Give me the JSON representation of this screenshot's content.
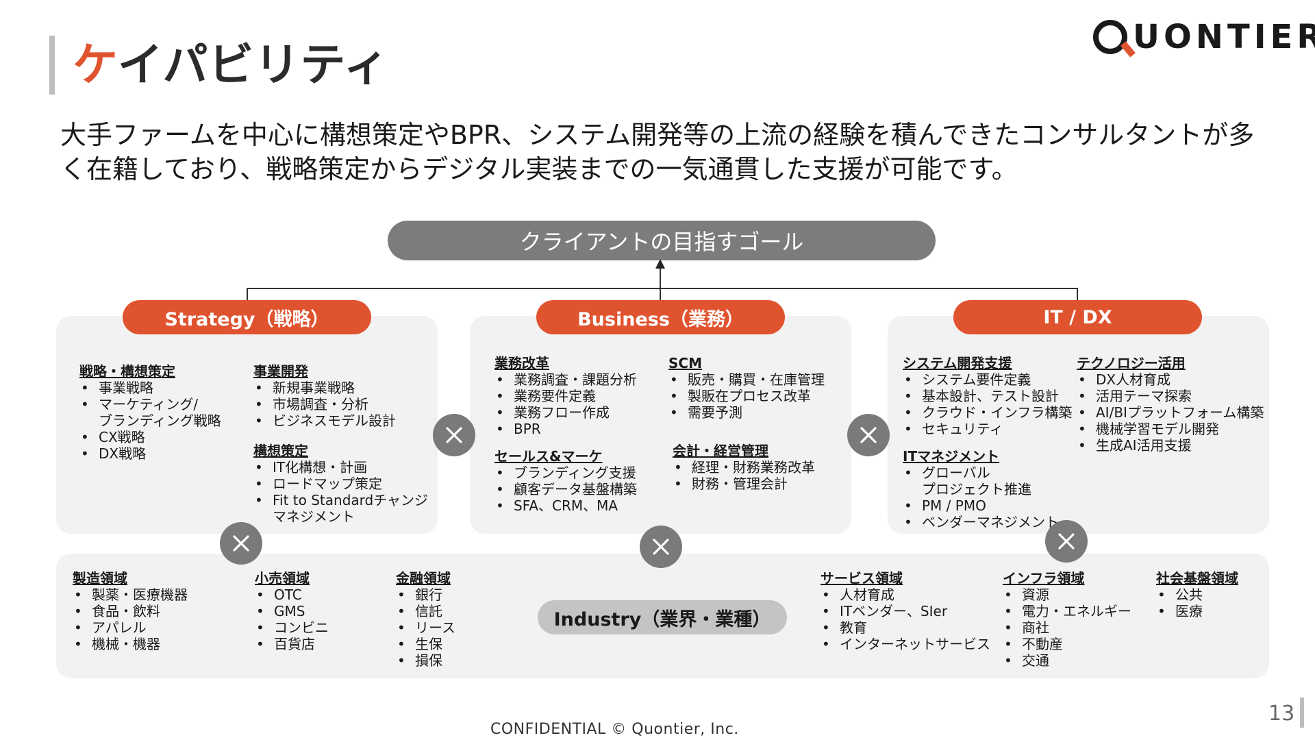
{
  "header": {
    "title_accent": "ケ",
    "title_rest": "イパビリティ",
    "logo_text": "UONTIER"
  },
  "lead": "大手ファームを中心に構想策定やBPR、システム開発等の上流の経験を積んできたコンサルタントが多く在籍しており、戦略策定からデジタル実装までの一気通貫した支援が可能です。",
  "goal": "クライアントの目指すゴール",
  "pillars": {
    "strategy": {
      "label": "Strategy（戦略）",
      "col1": {
        "heading": "戦略・構想策定",
        "items": [
          "事業戦略",
          "マーケティング/",
          "CX戦略",
          "DX戦略"
        ],
        "items_cont": "ブランディング戦略"
      },
      "col2a": {
        "heading": "事業開発",
        "items": [
          "新規事業戦略",
          "市場調査・分析",
          "ビジネスモデル設計"
        ]
      },
      "col2b": {
        "heading": "構想策定",
        "items": [
          "IT化構想・計画",
          "ロードマップ策定",
          "Fit to Standardチャンジ"
        ],
        "items_cont": "マネジメント"
      }
    },
    "business": {
      "label": "Business（業務）",
      "col1a": {
        "heading": "業務改革",
        "items": [
          "業務調査・課題分析",
          "業務要件定義",
          "業務フロー作成",
          "BPR"
        ]
      },
      "col1b": {
        "heading": "セールス&マーケ",
        "items": [
          "ブランディング支援",
          "顧客データ基盤構築",
          "SFA、CRM、MA"
        ]
      },
      "col2a": {
        "heading": "SCM",
        "items": [
          "販売・購買・在庫管理",
          "製販在プロセス改革",
          "需要予測"
        ]
      },
      "col2b": {
        "heading": "会計・経営管理",
        "items": [
          "経理・財務業務改革",
          "財務・管理会計"
        ]
      }
    },
    "itdx": {
      "label": "IT / DX",
      "col1a": {
        "heading": "システム開発支援",
        "items": [
          "システム要件定義",
          "基本設計、テスト設計",
          "クラウド・インフラ構築",
          "セキュリティ"
        ]
      },
      "col1b": {
        "heading": "ITマネジメント",
        "items": [
          "グローバル",
          "PM / PMO",
          "ベンダーマネジメント"
        ],
        "items_cont": "プロジェクト推進"
      },
      "col2a": {
        "heading": "テクノロジー活用",
        "items": [
          "DX人材育成",
          "活用テーマ探索",
          "AI/BIプラットフォーム構築",
          "機械学習モデル開発",
          "生成AI活用支援"
        ]
      }
    }
  },
  "industry": {
    "label": "Industry（業界・業種）",
    "groups": [
      {
        "heading": "製造領域",
        "items": [
          "製薬・医療機器",
          "食品・飲料",
          "アパレル",
          "機械・機器"
        ]
      },
      {
        "heading": "小売領域",
        "items": [
          "OTC",
          "GMS",
          "コンビニ",
          "百貨店"
        ]
      },
      {
        "heading": "金融領域",
        "items": [
          "銀行",
          "信託",
          "リース",
          "生保",
          "損保"
        ]
      },
      {
        "heading": "サービス領域",
        "items": [
          "人材育成",
          "ITベンダー、SIer",
          "教育",
          "インターネットサービス"
        ]
      },
      {
        "heading": "インフラ領域",
        "items": [
          "資源",
          "電力・エネルギー",
          "商社",
          "不動産",
          "交通"
        ]
      },
      {
        "heading": "社会基盤領域",
        "items": [
          "公共",
          "医療"
        ]
      }
    ]
  },
  "footer": {
    "confidential": "CONFIDENTIAL © Quontier, Inc.",
    "page": "13"
  }
}
